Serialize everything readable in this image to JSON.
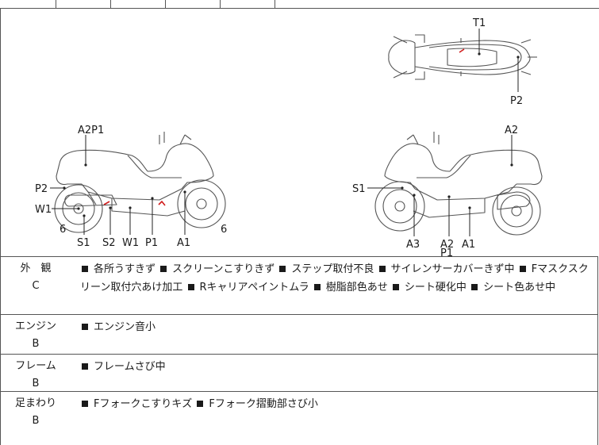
{
  "labels": {
    "top": {
      "T1": "T1",
      "P2": "P2"
    },
    "left": {
      "A2P1": "A2P1",
      "P2": "P2",
      "W1": "W1",
      "n6a": "6",
      "S1": "S1",
      "S2": "S2",
      "W1b": "W1",
      "P1": "P1",
      "A1": "A1",
      "n6b": "6"
    },
    "right": {
      "A2": "A2",
      "S1": "S1",
      "A3": "A3",
      "A2b": "A2",
      "P1": "P1",
      "A1": "A1"
    }
  },
  "sections": [
    {
      "name": "外　観",
      "grade": "C",
      "items": [
        "各所うすきず",
        "スクリーンこすりきず",
        "ステップ取付不良",
        "サイレンサーカバーきず中",
        "Fマスクスクリーン取付穴あけ加工",
        "Rキャリアペイントムラ",
        "樹脂部色あせ",
        "シート硬化中",
        "シート色あせ中"
      ]
    },
    {
      "name": "エンジン",
      "grade": "B",
      "items": [
        "エンジン音小"
      ]
    },
    {
      "name": "フレーム",
      "grade": "B",
      "items": [
        "フレームさび中"
      ]
    },
    {
      "name": "足まわり",
      "grade": "B",
      "items": [
        "Fフォークこすりキズ",
        "Fフォーク摺動部さび小"
      ]
    }
  ],
  "colors": {
    "line": "#555555",
    "damage_mark": "#d01c1c"
  }
}
